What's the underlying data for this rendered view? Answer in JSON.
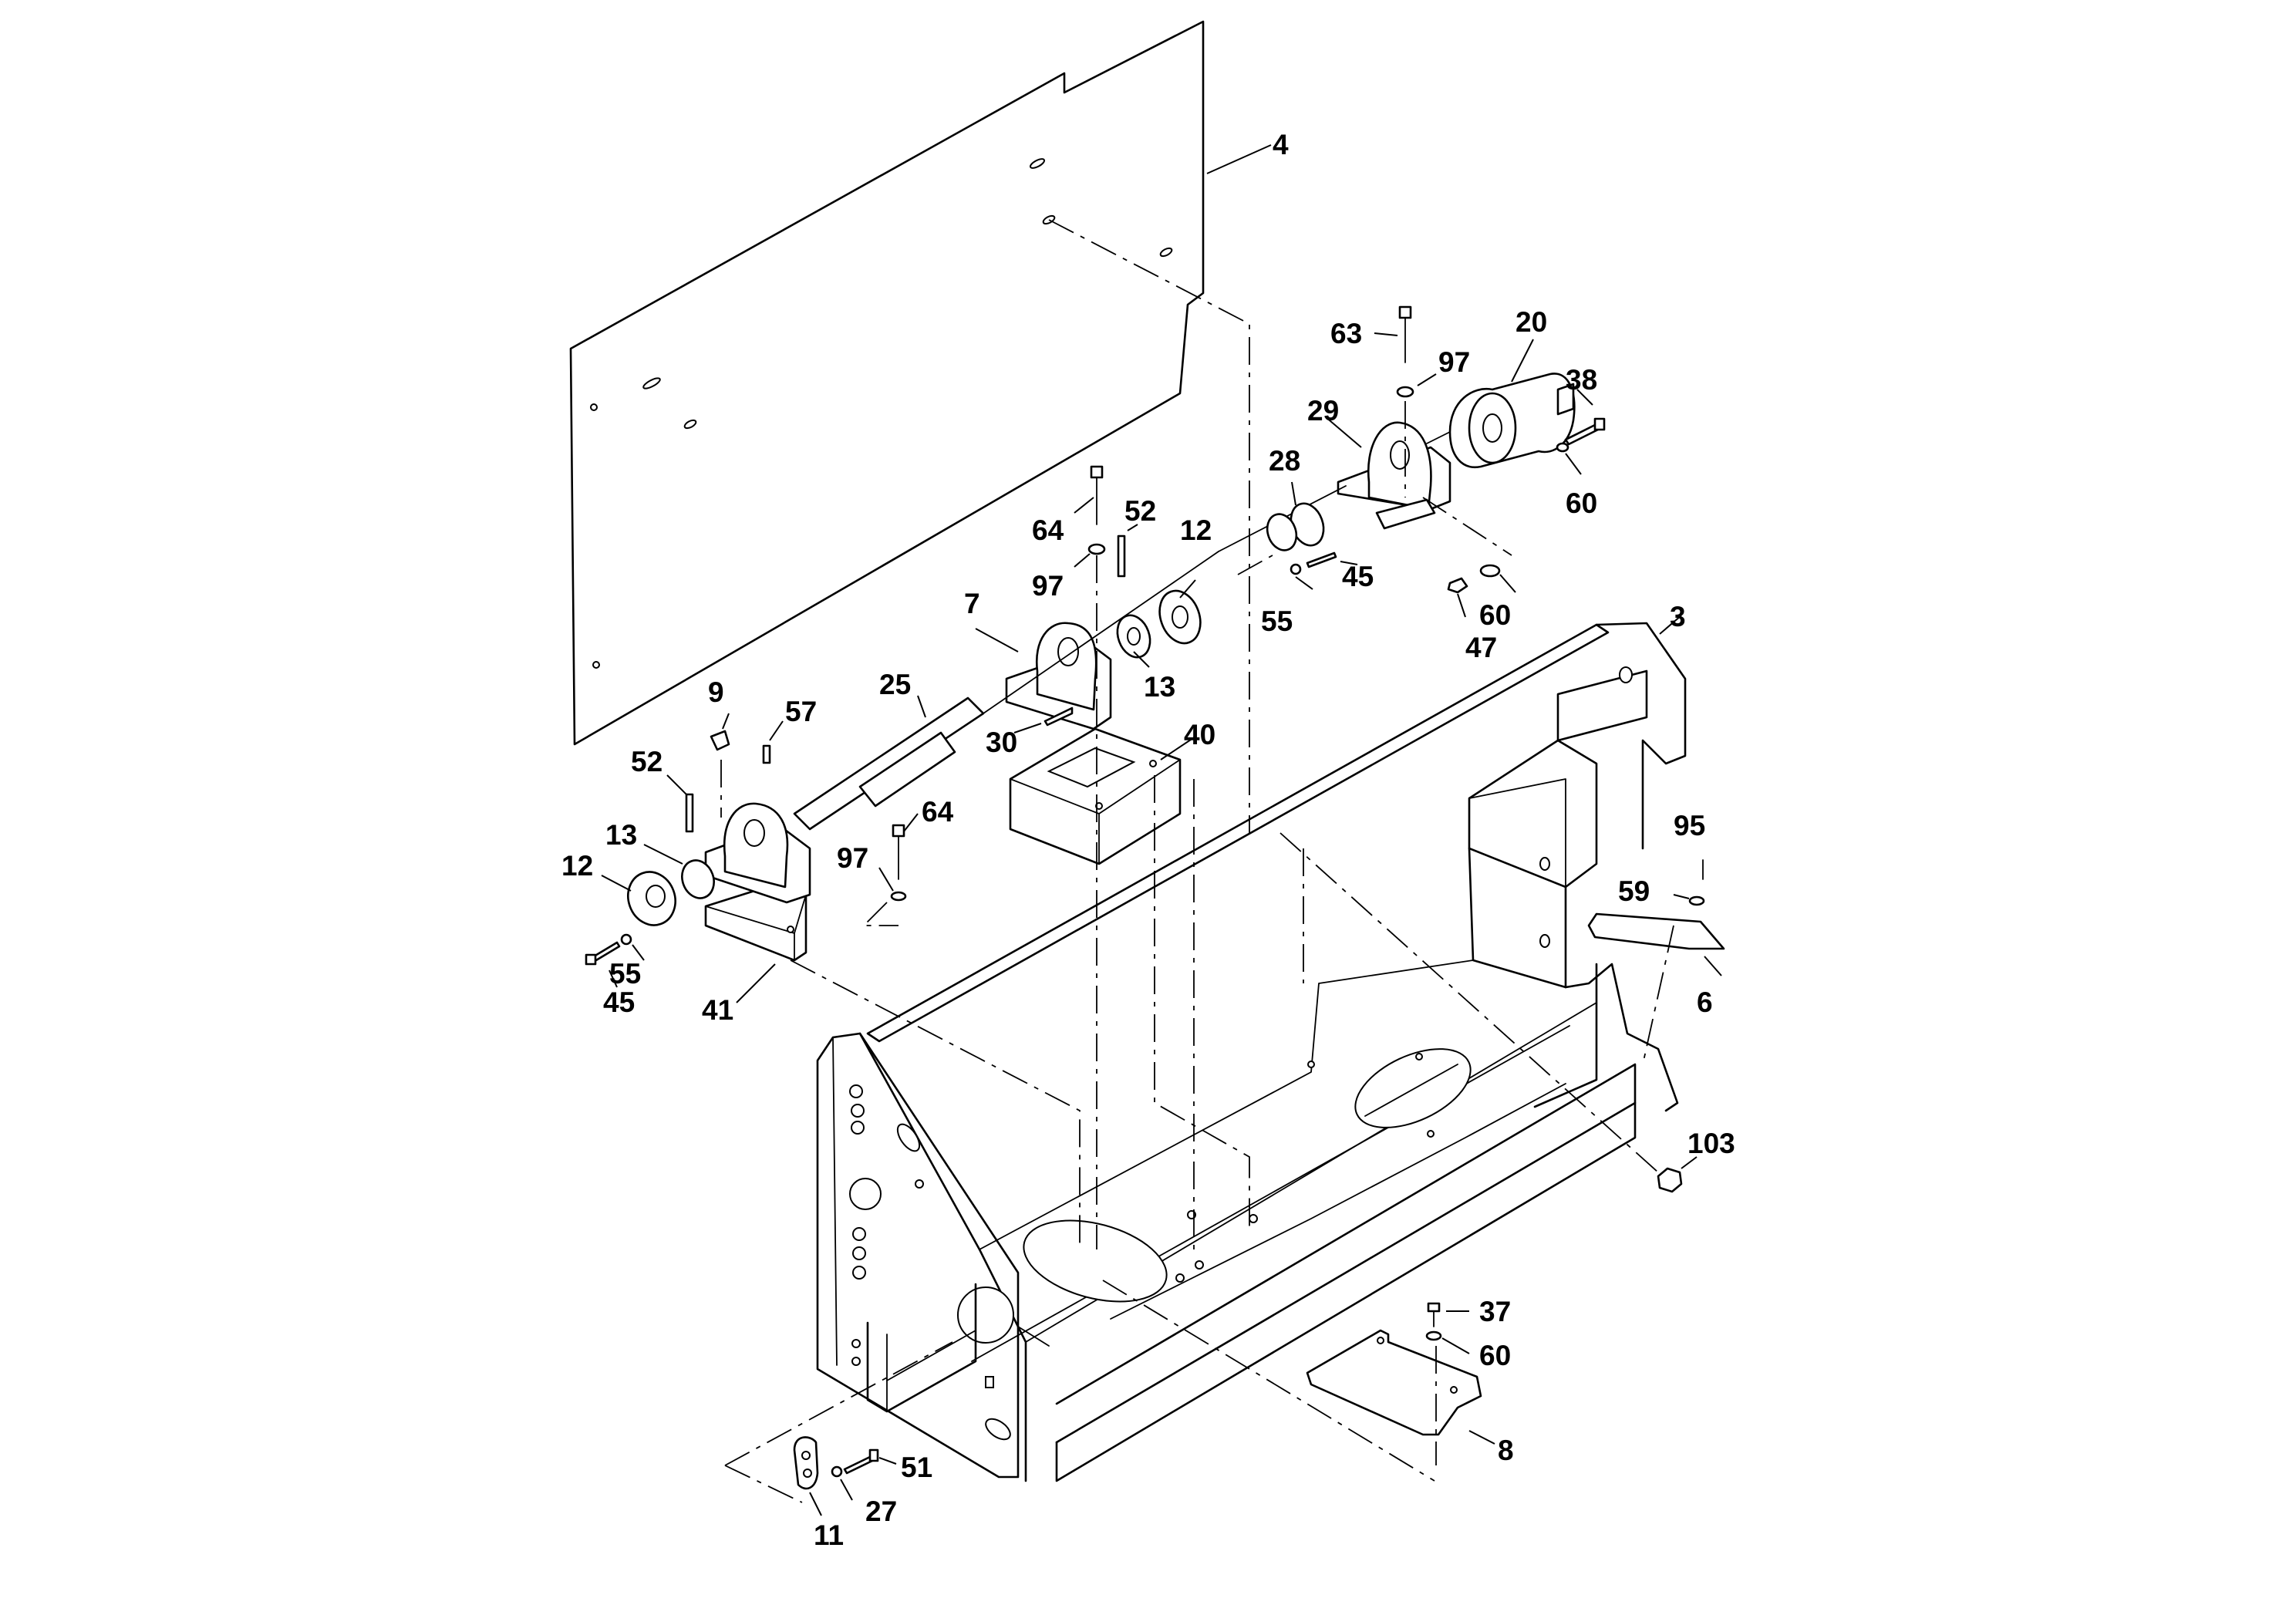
{
  "callouts": [
    {
      "id": "4",
      "text": "4"
    },
    {
      "id": "63",
      "text": "63"
    },
    {
      "id": "97a",
      "text": "97"
    },
    {
      "id": "20",
      "text": "20"
    },
    {
      "id": "38",
      "text": "38"
    },
    {
      "id": "29",
      "text": "29"
    },
    {
      "id": "60a",
      "text": "60"
    },
    {
      "id": "28",
      "text": "28"
    },
    {
      "id": "64a",
      "text": "64"
    },
    {
      "id": "52a",
      "text": "52"
    },
    {
      "id": "12a",
      "text": "12"
    },
    {
      "id": "45a",
      "text": "45"
    },
    {
      "id": "97b",
      "text": "97"
    },
    {
      "id": "55a",
      "text": "55"
    },
    {
      "id": "60b",
      "text": "60"
    },
    {
      "id": "47",
      "text": "47"
    },
    {
      "id": "7",
      "text": "7"
    },
    {
      "id": "13a",
      "text": "13"
    },
    {
      "id": "3",
      "text": "3"
    },
    {
      "id": "25",
      "text": "25"
    },
    {
      "id": "9",
      "text": "9"
    },
    {
      "id": "57",
      "text": "57"
    },
    {
      "id": "30",
      "text": "30"
    },
    {
      "id": "40",
      "text": "40"
    },
    {
      "id": "52b",
      "text": "52"
    },
    {
      "id": "13b",
      "text": "13"
    },
    {
      "id": "64b",
      "text": "64"
    },
    {
      "id": "95",
      "text": "95"
    },
    {
      "id": "12b",
      "text": "12"
    },
    {
      "id": "97c",
      "text": "97"
    },
    {
      "id": "59",
      "text": "59"
    },
    {
      "id": "55b",
      "text": "55"
    },
    {
      "id": "6",
      "text": "6"
    },
    {
      "id": "45b",
      "text": "45"
    },
    {
      "id": "41",
      "text": "41"
    },
    {
      "id": "103",
      "text": "103"
    },
    {
      "id": "37",
      "text": "37"
    },
    {
      "id": "60c",
      "text": "60"
    },
    {
      "id": "8",
      "text": "8"
    },
    {
      "id": "51",
      "text": "51"
    },
    {
      "id": "27",
      "text": "27"
    },
    {
      "id": "11",
      "text": "11"
    }
  ]
}
